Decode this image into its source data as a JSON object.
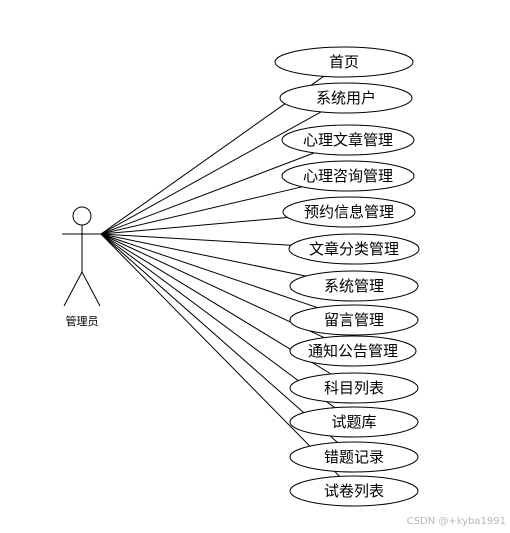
{
  "actor": {
    "label": "管理员"
  },
  "use_cases": [
    {
      "label": "首页"
    },
    {
      "label": "系统用户"
    },
    {
      "label": "心理文章管理"
    },
    {
      "label": "心理咨询管理"
    },
    {
      "label": "预约信息管理"
    },
    {
      "label": "文章分类管理"
    },
    {
      "label": "系统管理"
    },
    {
      "label": "留言管理"
    },
    {
      "label": "通知公告管理"
    },
    {
      "label": "科目列表"
    },
    {
      "label": "试题库"
    },
    {
      "label": "错题记录"
    },
    {
      "label": "试卷列表"
    }
  ],
  "watermark": "CSDN @+kyba1991"
}
